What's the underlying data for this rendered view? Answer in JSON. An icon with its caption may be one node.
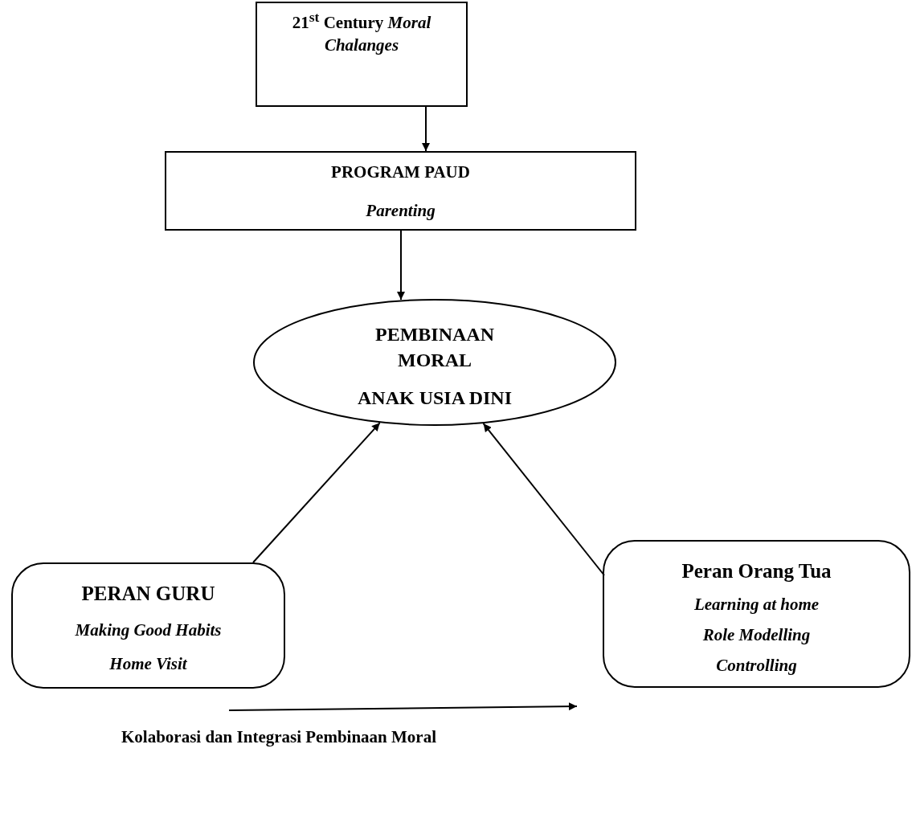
{
  "diagram": {
    "nodes": [
      {
        "text": [
          "21$^{st}$  Century *Moral Chalanges*"
        ]
      },
      {
        "text": [
          "PROGRAM PAUD",
          "Parenting"
        ]
      },
      {
        "text": [
          "PEMBINAAN MORAL",
          "ANAK USIA DINI"
        ]
      },
      {
        "text": [
          "PERAN GURU",
          "Making Good Habits",
          "Home Visit"
        ]
      },
      {
        "text": [
          "Peran Orang Tua",
          "Learning at home",
          "Role Modelling",
          "Controlling"
        ]
      }
    ],
    "edges": [
      {
        "from": 0,
        "to": 1,
        "arrow": "to"
      },
      {
        "from": 1,
        "to": 2,
        "arrow": "to"
      },
      {
        "from": 3,
        "to": 2,
        "arrow": "to"
      },
      {
        "from": 4,
        "to": 2,
        "arrow": "to"
      }
    ],
    "labels": [
      "Kolaborasi dan Integrasi Pembinaan Moral"
    ]
  }
}
